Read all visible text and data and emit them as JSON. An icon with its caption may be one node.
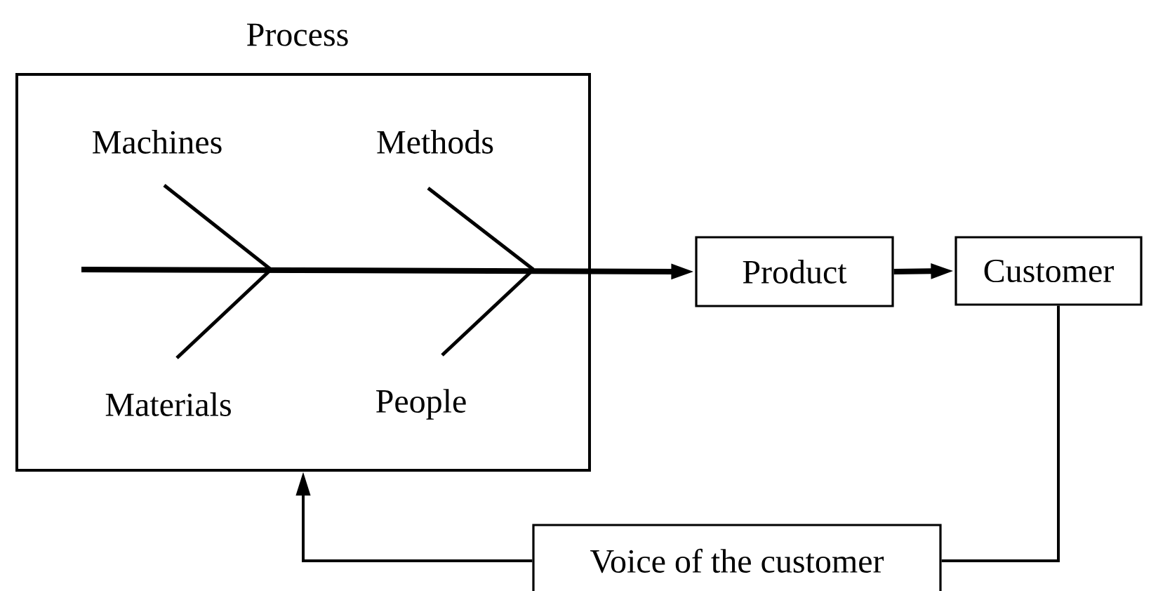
{
  "diagram": {
    "nodes": [
      {
        "text": [
          "Process"
        ]
      },
      {
        "text": [
          "Product"
        ]
      },
      {
        "text": [
          "Customer"
        ]
      },
      {
        "text": [
          "Voice of the customer"
        ]
      }
    ],
    "edges": [
      {
        "from": 0,
        "to": 1,
        "arrow": "to",
        "style": "thick"
      },
      {
        "from": 1,
        "to": 2,
        "arrow": "to",
        "style": "thick"
      },
      {
        "from": 2,
        "to": 3,
        "arrow": "none"
      },
      {
        "from": 3,
        "to": 0,
        "arrow": "to"
      }
    ],
    "labels": [
      "Machines",
      "Methods",
      "Materials",
      "People"
    ]
  }
}
